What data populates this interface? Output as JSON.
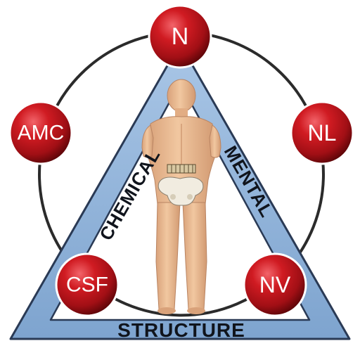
{
  "nodes": {
    "top": "N",
    "upper_left": "AMC",
    "upper_right": "NL",
    "lower_left": "CSF",
    "lower_right": "NV"
  },
  "sides": {
    "left": "CHEMICAL",
    "right": "MENTAL",
    "bottom": "STRUCTURE"
  },
  "colors": {
    "triangle_fill": "#8fb3d9",
    "triangle_stroke": "#2a3a55",
    "inner_fill": "#ffffff",
    "circle_ring": "#2b2b2b",
    "node_red": "#c0171d",
    "node_dark": "#7a0a0e",
    "skin": "#e9b98f"
  }
}
